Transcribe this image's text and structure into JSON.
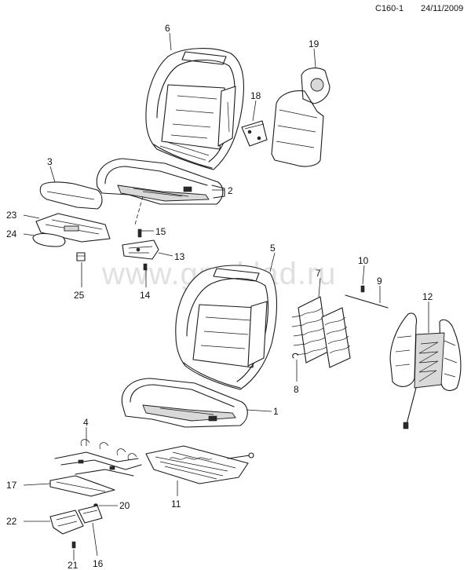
{
  "header": {
    "diagram_code": "C160-1",
    "date": "24/11/2009"
  },
  "watermark": "www.gm-klad.ru",
  "callouts": [
    "1",
    "2",
    "3",
    "4",
    "5",
    "6",
    "7",
    "8",
    "9",
    "10",
    "11",
    "12",
    "13",
    "14",
    "15",
    "16",
    "17",
    "18",
    "19",
    "20",
    "21",
    "22",
    "23",
    "24",
    "25"
  ]
}
